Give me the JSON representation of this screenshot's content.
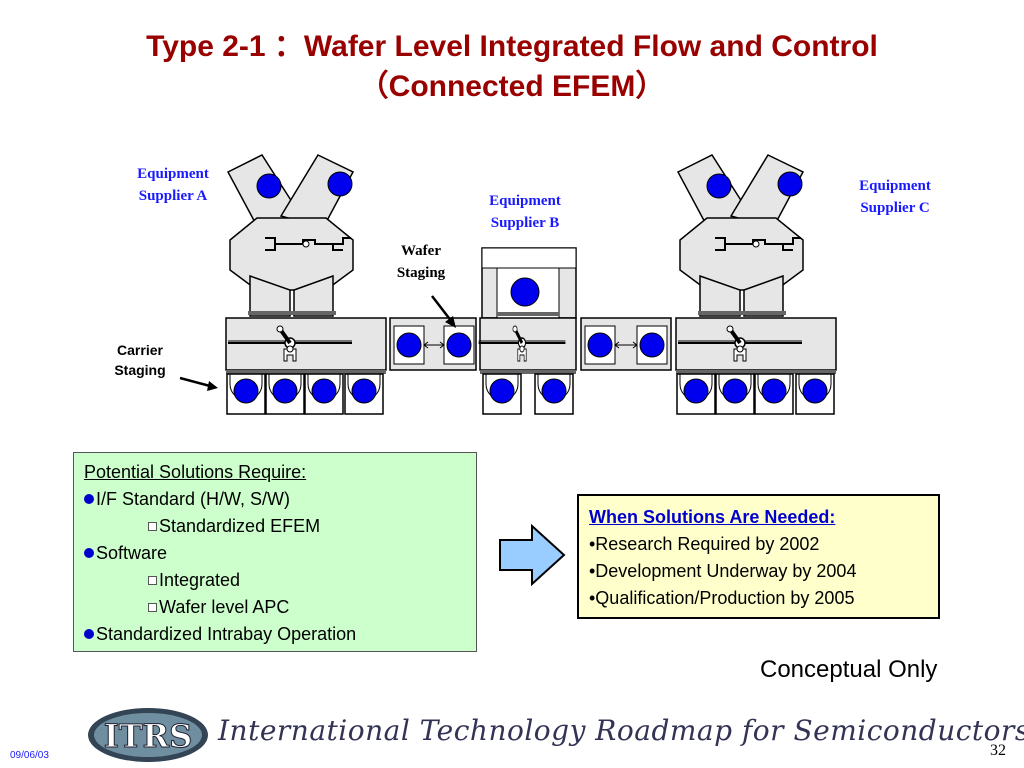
{
  "title": {
    "line1": "Type 2-1 ：Wafer Level Integrated Flow and Control",
    "line2": "（Connected EFEM）"
  },
  "labels": {
    "supplier_a": [
      "Equipment",
      "Supplier A"
    ],
    "supplier_b": [
      "Equipment",
      "Supplier B"
    ],
    "supplier_c": [
      "Equipment",
      "Supplier C"
    ],
    "wafer_staging": [
      "Wafer",
      "Staging"
    ],
    "carrier_staging": [
      "Carrier",
      "Staging"
    ]
  },
  "solutions_box": {
    "heading": "Potential Solutions Require:",
    "items": [
      {
        "level": 1,
        "text": "I/F Standard (H/W, S/W)"
      },
      {
        "level": 2,
        "text": "Standardized EFEM"
      },
      {
        "level": 1,
        "text": "Software"
      },
      {
        "level": 2,
        "text": "Integrated"
      },
      {
        "level": 2,
        "text": "Wafer level APC"
      },
      {
        "level": 1,
        "text": "Standardized Intrabay Operation"
      }
    ]
  },
  "timeline_box": {
    "heading": "When Solutions Are Needed:",
    "items": [
      "•Research Required by 2002",
      "•Development Underway by 2004",
      "•Qualification/Production by 2005"
    ]
  },
  "conceptual_note": "Conceptual Only",
  "footer": {
    "logo": "ITRS",
    "banner": "International Technology Roadmap for Semiconductors",
    "date": "09/06/03",
    "page": "32"
  },
  "colors": {
    "title": "#990000",
    "label": "#1a1aff",
    "wafer": "#0000ee",
    "green_box": "#ccffcc",
    "yellow_box": "#ffffcc",
    "arrow": "#99ccff",
    "equipment_fill": "#e6e6e6"
  }
}
